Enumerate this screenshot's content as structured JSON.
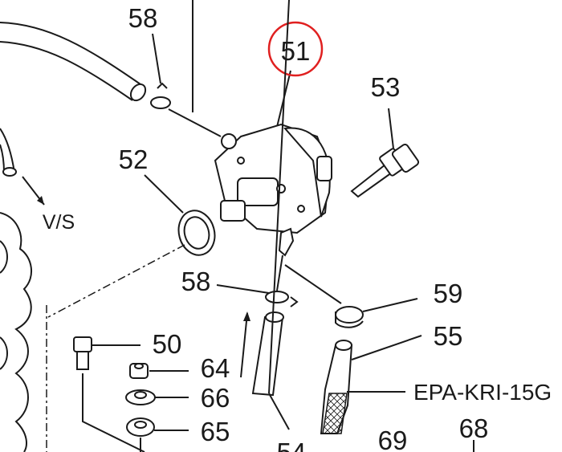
{
  "diagram": {
    "highlight_color": "#e02020",
    "highlighted_part": "51",
    "callouts": {
      "p58_top": "58",
      "p51": "51",
      "p53": "53",
      "p52": "52",
      "vs": "V/S",
      "p58_mid": "58",
      "p59": "59",
      "p55": "55",
      "p50": "50",
      "p64": "64",
      "p66": "66",
      "p65": "65",
      "epa": "EPA-KRI-15G",
      "p54": "54",
      "p69": "69",
      "p68": "68"
    }
  }
}
